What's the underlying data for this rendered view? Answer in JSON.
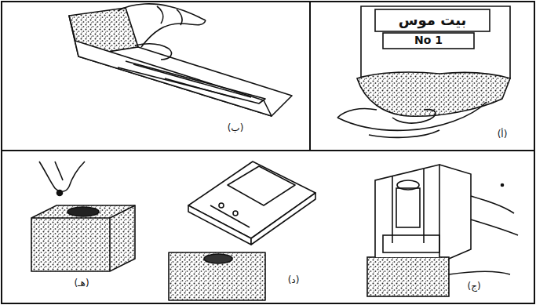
{
  "diagram": {
    "labels": [
      "بيت موس",
      "No 1",
      "(أ)",
      "(ب)",
      "(ج)",
      "(د)",
      "(هـ)"
    ]
  }
}
